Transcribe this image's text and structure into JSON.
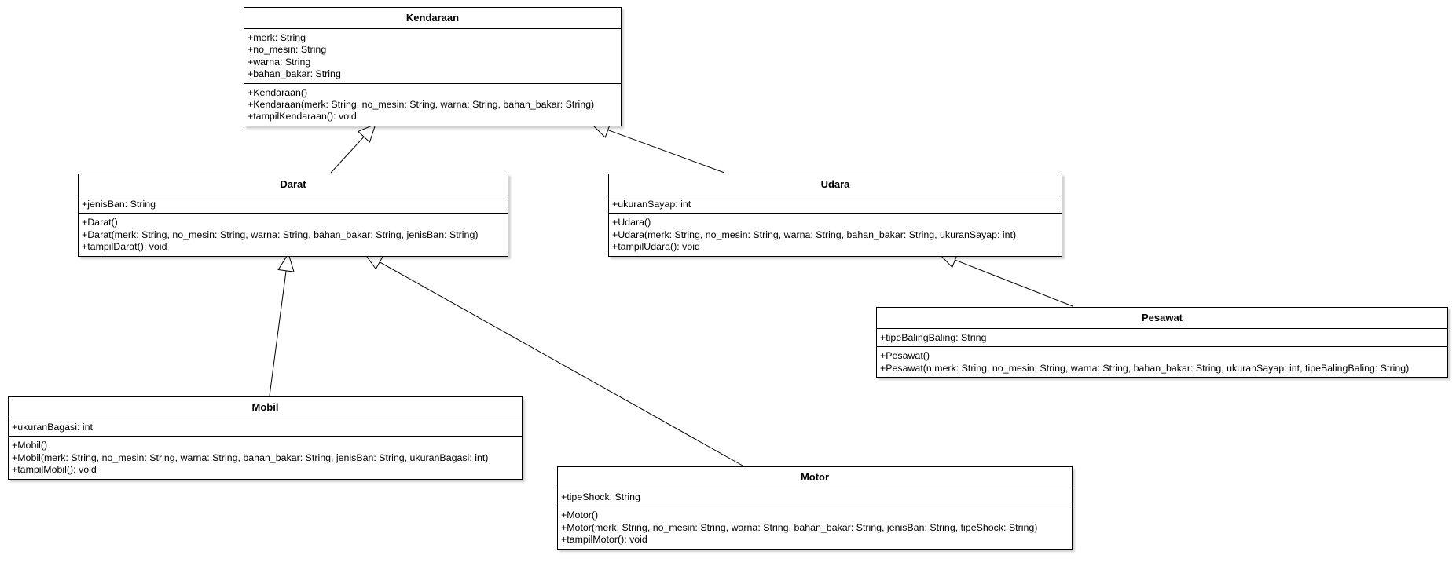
{
  "classes": {
    "kendaraan": {
      "name": "Kendaraan",
      "attributes": [
        "+merk: String",
        "+no_mesin: String",
        "+warna: String",
        "+bahan_bakar: String"
      ],
      "methods": [
        "+Kendaraan()",
        "+Kendaraan(merk: String, no_mesin: String, warna: String, bahan_bakar: String)",
        "+tampilKendaraan(): void"
      ]
    },
    "darat": {
      "name": "Darat",
      "attributes": [
        "+jenisBan: String"
      ],
      "methods": [
        "+Darat()",
        "+Darat(merk: String, no_mesin: String, warna: String, bahan_bakar: String, jenisBan: String)",
        "+tampilDarat(): void"
      ]
    },
    "udara": {
      "name": "Udara",
      "attributes": [
        "+ukuranSayap: int"
      ],
      "methods": [
        "+Udara()",
        "+Udara(merk: String, no_mesin: String, warna: String, bahan_bakar: String, ukuranSayap: int)",
        "+tampilUdara(): void"
      ]
    },
    "pesawat": {
      "name": "Pesawat",
      "attributes": [
        "+tipeBalingBaling: String"
      ],
      "methods": [
        "+Pesawat()",
        "+Pesawat(n merk: String, no_mesin: String, warna: String, bahan_bakar: String, ukuranSayap: int, tipeBalingBaling: String)"
      ]
    },
    "mobil": {
      "name": "Mobil",
      "attributes": [
        "+ukuranBagasi: int"
      ],
      "methods": [
        "+Mobil()",
        "+Mobil(merk: String, no_mesin: String, warna: String, bahan_bakar: String, jenisBan: String, ukuranBagasi: int)",
        "+tampilMobil(): void"
      ]
    },
    "motor": {
      "name": "Motor",
      "attributes": [
        "+tipeShock: String"
      ],
      "methods": [
        "+Motor()",
        "+Motor(merk: String, no_mesin: String, warna: String, bahan_bakar: String, jenisBan: String, tipeShock: String)",
        "+tampilMotor(): void"
      ]
    }
  },
  "relations": [
    {
      "type": "generalization",
      "from": "darat",
      "to": "kendaraan"
    },
    {
      "type": "generalization",
      "from": "udara",
      "to": "kendaraan"
    },
    {
      "type": "generalization",
      "from": "pesawat",
      "to": "udara"
    },
    {
      "type": "generalization",
      "from": "mobil",
      "to": "darat"
    },
    {
      "type": "generalization",
      "from": "motor",
      "to": "darat"
    }
  ]
}
